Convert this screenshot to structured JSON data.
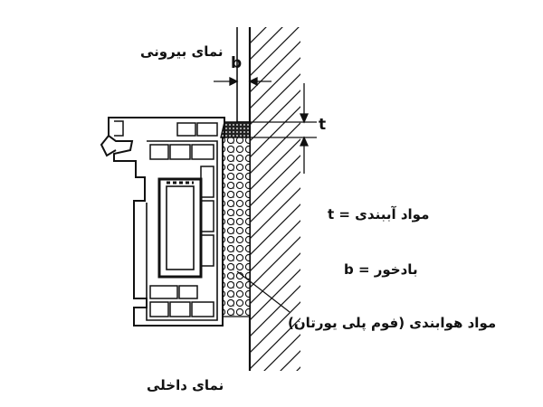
{
  "labels": {
    "exterior": "نمای بیرونی",
    "interior": "نمای داخلی",
    "sealant": "مواد آببندی = t",
    "overlap": "بادخور = b",
    "insulation": "مواد هوابندی (فوم پلی یورتان)"
  },
  "dimensions": {
    "b": "b",
    "t": "t"
  },
  "colors": {
    "line": "#111111",
    "background": "#ffffff"
  }
}
